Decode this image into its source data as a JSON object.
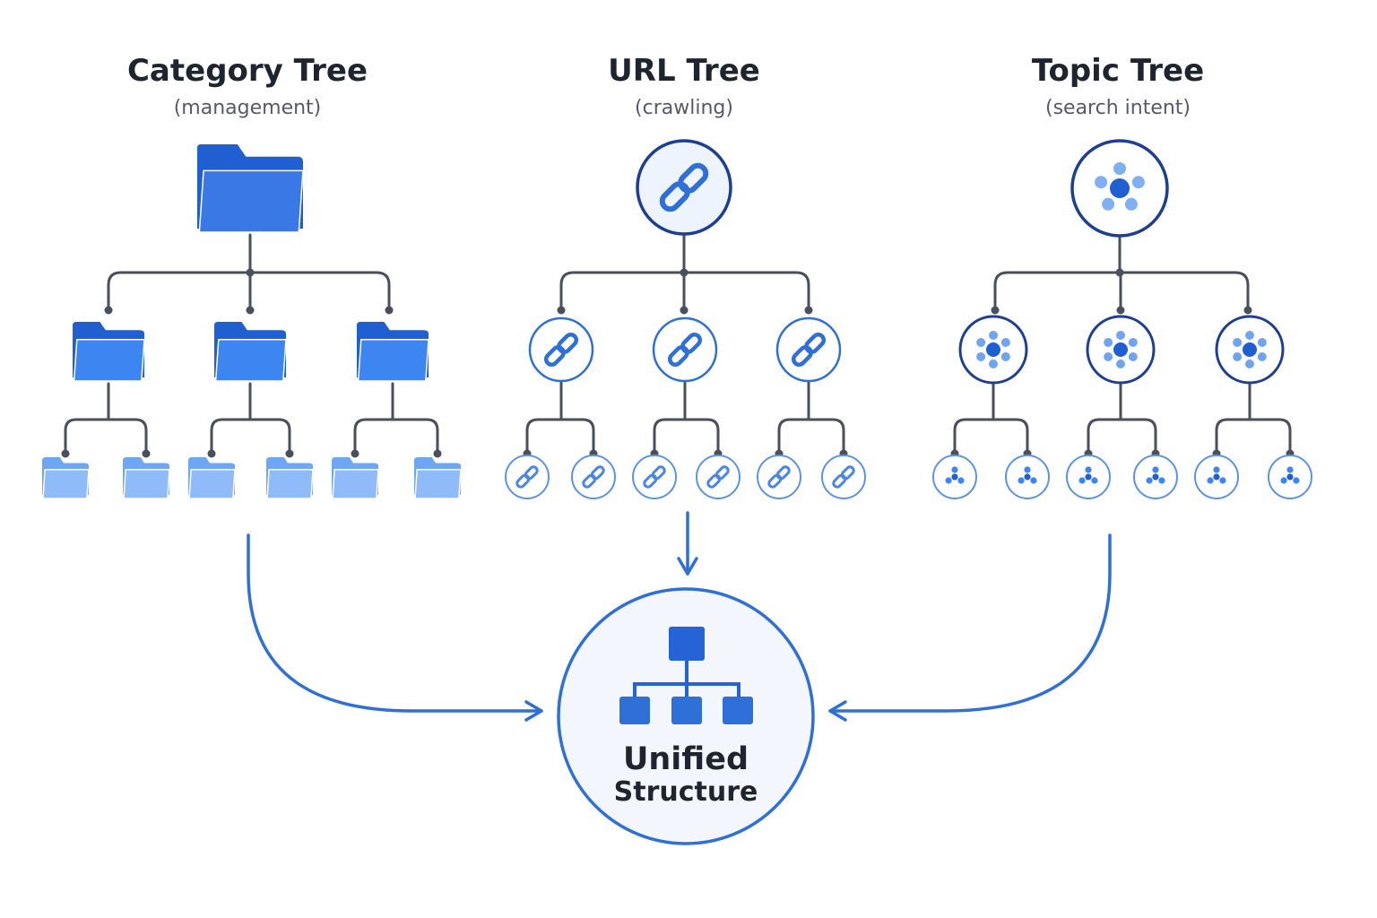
{
  "trees": [
    {
      "id": "category",
      "title": "Category Tree",
      "subtitle": "(management)",
      "icon": "folder-icon"
    },
    {
      "id": "url",
      "title": "URL Tree",
      "subtitle": "(crawling)",
      "icon": "link-icon"
    },
    {
      "id": "topic",
      "title": "Topic Tree",
      "subtitle": "(search intent)",
      "icon": "topic-cluster-icon"
    }
  ],
  "unified": {
    "line1": "Unified",
    "line2": "Structure",
    "icon": "hierarchy-icon"
  },
  "colors": {
    "primary": "#2f6fd8",
    "dark_blue": "#1c3f94",
    "folder_dark": "#1f5fd1",
    "folder_mid": "#3d85f0",
    "folder_light": "#8fbcf8",
    "connector": "#4a4f5c",
    "circle_fill": "#eef4fd",
    "unified_square": "#2563d6"
  }
}
